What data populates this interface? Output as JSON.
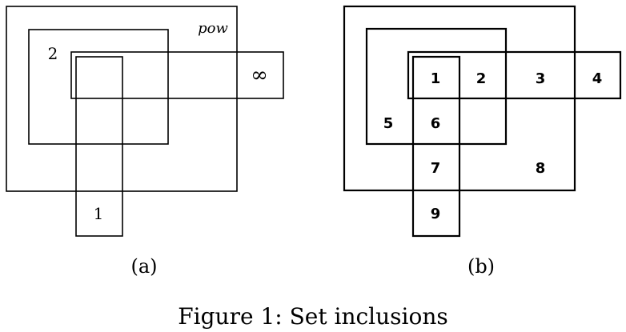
{
  "diagram_a": {
    "pow_label": "pow",
    "set_2_label": "2",
    "infinity_label": "∞",
    "set_1_label": "1",
    "caption": "(a)"
  },
  "diagram_b": {
    "region_labels": [
      "1",
      "2",
      "3",
      "4",
      "5",
      "6",
      "7",
      "8",
      "9"
    ],
    "caption": "(b)"
  },
  "figure_caption": "Figure 1: Set inclusions"
}
